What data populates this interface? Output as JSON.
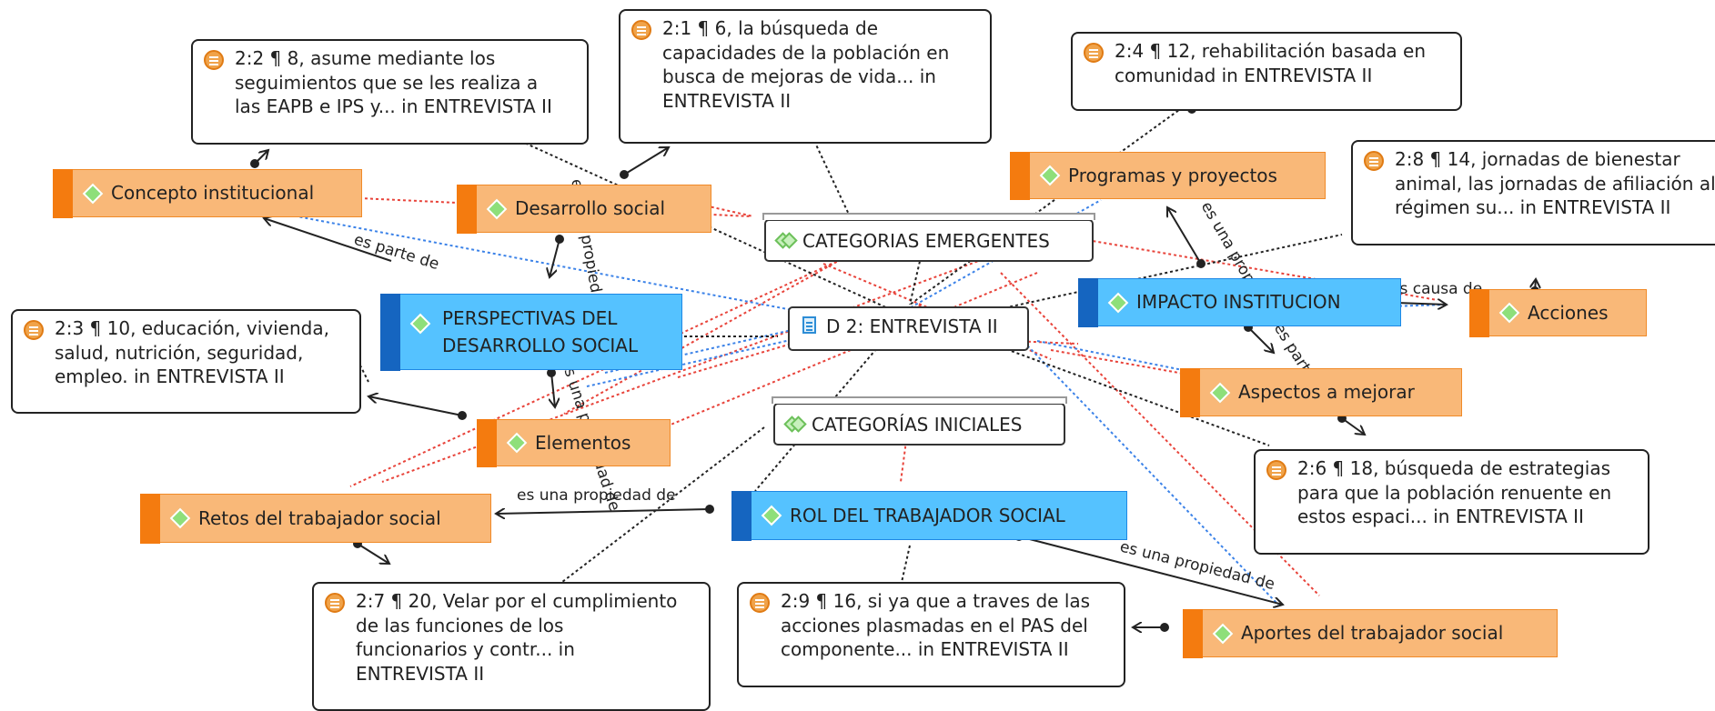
{
  "codes": {
    "concepto": "Concepto institucional",
    "desarrollo": "Desarrollo social",
    "programas": "Programas y proyectos",
    "perspectivas_1": "PERSPECTIVAS DEL",
    "perspectivas_2": "DESARROLLO SOCIAL",
    "impacto": "IMPACTO INSTITUCION",
    "acciones": "Acciones",
    "aspectos": "Aspectos a mejorar",
    "elementos": "Elementos",
    "retos": "Retos del trabajador social",
    "rol": "ROL DEL TRABAJADOR SOCIAL",
    "aportes": "Aportes del trabajador social"
  },
  "groups": {
    "emergentes": "CATEGORIAS EMERGENTES",
    "iniciales": "CATEGORÍAS INICIALES"
  },
  "document": {
    "label": "D 2: ENTREVISTA II"
  },
  "quotes": {
    "q22": [
      "2:2 ¶ 8, asume mediante los",
      "seguimientos que se les realiza a",
      "las EAPB e IPS y... in ENTREVISTA II"
    ],
    "q21": [
      "2:1 ¶ 6, la búsqueda de",
      "capacidades de la población en",
      "busca de mejoras de vida... in",
      "ENTREVISTA II"
    ],
    "q24": [
      "2:4 ¶ 12, rehabilitación basada en",
      "comunidad in ENTREVISTA II"
    ],
    "q28": [
      "2:8 ¶ 14, jornadas de bienestar",
      "animal, las jornadas de afiliación al",
      "régimen su... in ENTREVISTA II"
    ],
    "q23": [
      "2:3 ¶ 10, educación, vivienda,",
      "salud, nutrición, seguridad,",
      "empleo. in ENTREVISTA II"
    ],
    "q26": [
      "2:6 ¶ 18, búsqueda de estrategias",
      "para que la población renuente en",
      "estos espaci... in ENTREVISTA II"
    ],
    "q27": [
      "2:7 ¶ 20, Velar por el cumplimiento",
      "de las funciones de los",
      "funcionarios y contr... in",
      "ENTREVISTA II"
    ],
    "q29": [
      "2:9 ¶ 16, si ya que a traves de las",
      "acciones plasmadas en el PAS del",
      "componente... in ENTREVISTA II"
    ]
  },
  "relations": {
    "es_parte_de": "es parte de",
    "propiedad_desarrollo": "es una propiedad",
    "propiedad_elementos": "es una propiedad de",
    "propiedad_retos": "es una propiedad de",
    "propiedad_aportes": "es una propiedad de",
    "propiedad_programas": "es una propiedad",
    "causa_de": "es causa de",
    "parte_aspectos": "es parte de"
  },
  "colors": {
    "code_orange": "#f9b878",
    "code_orange_stripe": "#f47b0f",
    "code_blue": "#55c2ff",
    "code_blue_stripe": "#1565c0",
    "link_red": "#e8433a",
    "link_blue": "#3b82e8",
    "link_black": "#222222"
  }
}
